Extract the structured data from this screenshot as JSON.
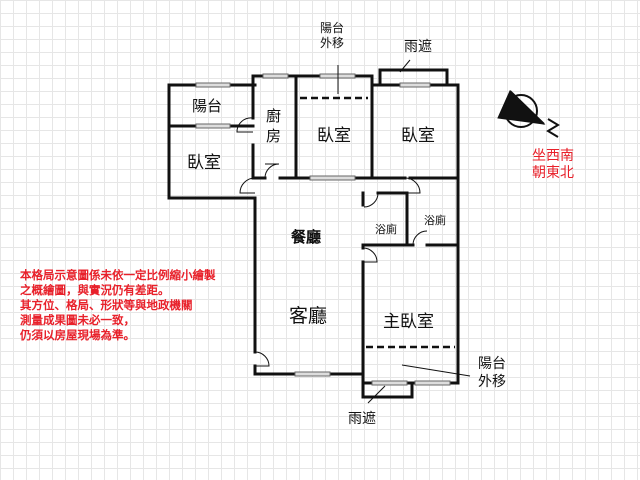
{
  "rooms": {
    "balcony": "陽台",
    "bedroom_left": "臥室",
    "kitchen": "廚房",
    "bedroom_middle": "臥室",
    "bedroom_right": "臥室",
    "dining": "餐廳",
    "living": "客廳",
    "bath_1": "浴廁",
    "bath_2": "浴廁",
    "master_bedroom": "主臥室"
  },
  "annotations": {
    "balcony_moved_top": [
      "陽台",
      "外移"
    ],
    "rain_shelter_top": "雨遮",
    "balcony_moved_bottom": [
      "陽台",
      "外移"
    ],
    "rain_shelter_bottom": "雨遮"
  },
  "compass": {
    "letter": "N",
    "orientation": [
      "坐西南",
      "朝東北"
    ]
  },
  "disclaimer": [
    "本格局示意圖係未依一定比例縮小繪製",
    "之概繪圖，與實況仍有差距。",
    "其方位、格局、形狀等與地政機關",
    "測量成果圖未必一致，",
    "仍須以房屋現場為準。"
  ],
  "colors": {
    "wall": "#111111",
    "note": "#e8202a",
    "grid": "#e6e6e6",
    "window": "#dddddd"
  }
}
